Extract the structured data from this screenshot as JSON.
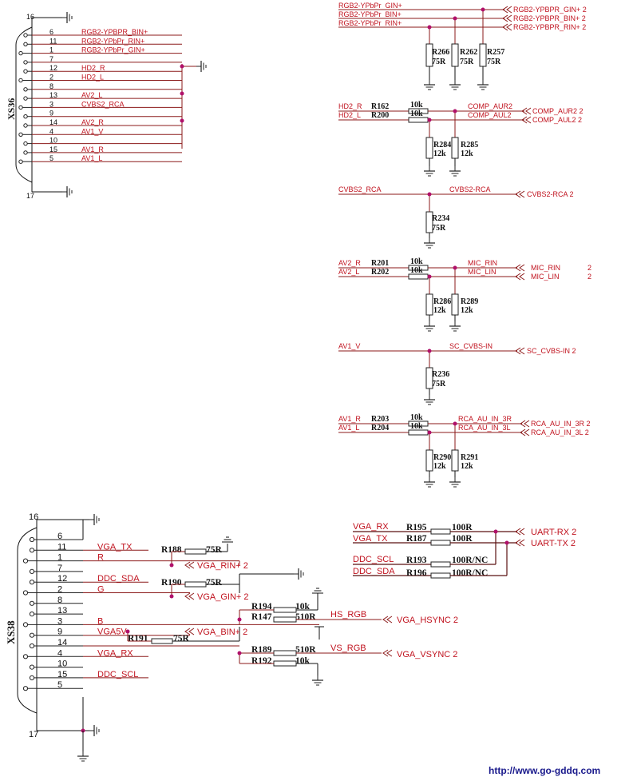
{
  "connectors": {
    "xs36": {
      "ref": "XS36",
      "top_pin": "16",
      "bottom_pin": "17",
      "pins": [
        {
          "num": "6",
          "net": "RGB2-YPBPR_BIN+"
        },
        {
          "num": "11",
          "net": "RGB2-YPbPr_RIN+"
        },
        {
          "num": "1",
          "net": "RGB2-YPbPr_GIN+"
        },
        {
          "num": "7",
          "net": ""
        },
        {
          "num": "12",
          "net": "HD2_R"
        },
        {
          "num": "2",
          "net": "HD2_L"
        },
        {
          "num": "8",
          "net": ""
        },
        {
          "num": "13",
          "net": "AV2_L"
        },
        {
          "num": "3",
          "net": "CVBS2_RCA"
        },
        {
          "num": "9",
          "net": ""
        },
        {
          "num": "14",
          "net": "AV2_R"
        },
        {
          "num": "4",
          "net": "AV1_V"
        },
        {
          "num": "10",
          "net": ""
        },
        {
          "num": "15",
          "net": "AV1_R"
        },
        {
          "num": "5",
          "net": "AV1_L"
        }
      ]
    },
    "xs38": {
      "ref": "XS38",
      "top_pin": "16",
      "bottom_pin": "17",
      "pins": [
        {
          "num": "6",
          "net": ""
        },
        {
          "num": "11",
          "net": "VGA_TX"
        },
        {
          "num": "1",
          "net": "R"
        },
        {
          "num": "7",
          "net": ""
        },
        {
          "num": "12",
          "net": "DDC_SDA"
        },
        {
          "num": "2",
          "net": "G"
        },
        {
          "num": "8",
          "net": ""
        },
        {
          "num": "13",
          "net": ""
        },
        {
          "num": "3",
          "net": "B"
        },
        {
          "num": "9",
          "net": "VGA5V"
        },
        {
          "num": "14",
          "net": ""
        },
        {
          "num": "4",
          "net": "VGA_RX"
        },
        {
          "num": "10",
          "net": ""
        },
        {
          "num": "15",
          "net": "DDC_SCL"
        },
        {
          "num": "5",
          "net": ""
        }
      ]
    }
  },
  "ypbpr_block": {
    "lines": [
      "RGB2-YPbPr_GIN+",
      "RGB2-YPbPr_BIN+",
      "RGB2-YPbPr_RIN+"
    ],
    "offpage": [
      "RGB2-YPBPR_GIN+ 2",
      "RGB2-YPBPR_BIN+ 2",
      "RGB2-YPBPR_RIN+ 2"
    ],
    "resistors": [
      {
        "ref": "R266",
        "val": "75R"
      },
      {
        "ref": "R262",
        "val": "75R"
      },
      {
        "ref": "R257",
        "val": "75R"
      }
    ]
  },
  "audio_blocks": [
    {
      "in": [
        "HD2_R",
        "HD2_L"
      ],
      "series": [
        {
          "ref": "R162",
          "val": "10k"
        },
        {
          "ref": "R200",
          "val": "10k"
        }
      ],
      "out": [
        "COMP_AUR2",
        "COMP_AUL2"
      ],
      "offpage": [
        "COMP_AUR2  2",
        "COMP_AUL2  2"
      ],
      "shunt": [
        {
          "ref": "R284",
          "val": "12k"
        },
        {
          "ref": "R285",
          "val": "12k"
        }
      ]
    },
    {
      "in": [
        "AV2_R",
        "AV2_L"
      ],
      "series": [
        {
          "ref": "R201",
          "val": "10k"
        },
        {
          "ref": "R202",
          "val": "10k"
        }
      ],
      "out": [
        "MIC_RIN",
        "MIC_LIN"
      ],
      "offpage": [
        "MIC_RIN",
        "MIC_LIN"
      ],
      "offpage_sheet": [
        "2",
        "2"
      ],
      "shunt": [
        {
          "ref": "R286",
          "val": "12k"
        },
        {
          "ref": "R289",
          "val": "12k"
        }
      ]
    },
    {
      "in": [
        "AV1_R",
        "AV1_L"
      ],
      "series": [
        {
          "ref": "R203",
          "val": "10k"
        },
        {
          "ref": "R204",
          "val": "10k"
        }
      ],
      "out": [
        "RCA_AU_IN_3R",
        "RCA_AU_IN_3L"
      ],
      "offpage": [
        "RCA_AU_IN_3R  2",
        "RCA_AU_IN_3L  2"
      ],
      "shunt": [
        {
          "ref": "R290",
          "val": "12k"
        },
        {
          "ref": "R291",
          "val": "12k"
        }
      ]
    }
  ],
  "video_blocks": [
    {
      "in": "CVBS2_RCA",
      "out": "CVBS2-RCA",
      "offpage": "CVBS2-RCA  2",
      "res": {
        "ref": "R234",
        "val": "75R"
      }
    },
    {
      "in": "AV1_V",
      "out": "SC_CVBS-IN",
      "offpage": "SC_CVBS-IN  2",
      "res": {
        "ref": "R236",
        "val": "75R"
      }
    }
  ],
  "uart_block": {
    "in": [
      "VGA_RX",
      "VGA_TX",
      "DDC_SCL",
      "DDC_SDA"
    ],
    "res": [
      {
        "ref": "R195",
        "val": "100R"
      },
      {
        "ref": "R187",
        "val": "100R"
      },
      {
        "ref": "R193",
        "val": "100R/NC"
      },
      {
        "ref": "R196",
        "val": "100R/NC"
      }
    ],
    "offpage": [
      "UART-RX  2",
      "UART-TX  2"
    ]
  },
  "vga_block": {
    "term": [
      {
        "ref": "R188",
        "val": "75R",
        "offpage": "VGA_RIN+  2"
      },
      {
        "ref": "R190",
        "val": "75R",
        "offpage": "VGA_GIN+  2"
      },
      {
        "ref": "R191",
        "val": "75R",
        "offpage": "VGA_BIN+  2"
      }
    ],
    "sync": [
      {
        "ref": "R194",
        "val": "10k"
      },
      {
        "ref": "R147",
        "val": "510R"
      },
      {
        "ref": "R189",
        "val": "510R"
      },
      {
        "ref": "R192",
        "val": "10k"
      }
    ],
    "sync_nets": [
      "HS_RGB",
      "VS_RGB"
    ],
    "sync_offpage": [
      "VGA_HSYNC  2",
      "VGA_VSYNC  2"
    ]
  },
  "watermark": "http://www.go-gddq.com"
}
